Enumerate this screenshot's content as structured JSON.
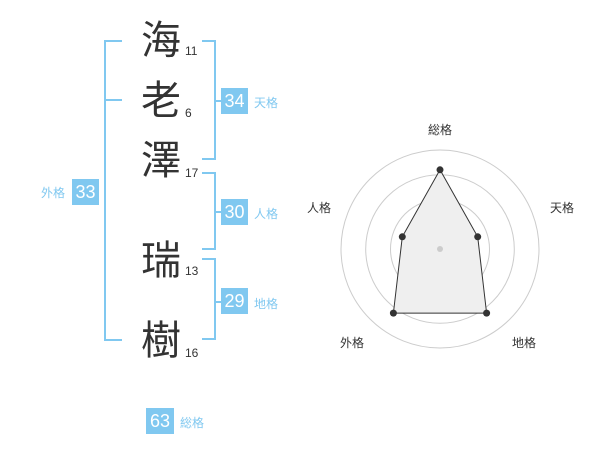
{
  "name": {
    "chars": [
      {
        "char": "海",
        "strokes": "11"
      },
      {
        "char": "老",
        "strokes": "6"
      },
      {
        "char": "澤",
        "strokes": "17"
      },
      {
        "char": "瑞",
        "strokes": "13"
      },
      {
        "char": "樹",
        "strokes": "16"
      }
    ]
  },
  "scores": {
    "tenkaku": {
      "value": "34",
      "label": "天格"
    },
    "jinkaku": {
      "value": "30",
      "label": "人格"
    },
    "chikaku": {
      "value": "29",
      "label": "地格"
    },
    "gaikaku": {
      "value": "33",
      "label": "外格"
    },
    "soukaku": {
      "value": "63",
      "label": "総格"
    }
  },
  "colors": {
    "accent": "#80c8f0",
    "text": "#333333",
    "radar_fill": "#efefef",
    "ring": "#cccccc"
  },
  "chart_data": {
    "type": "radar",
    "axes": [
      "総格",
      "天格",
      "地格",
      "外格",
      "人格"
    ],
    "values": [
      0.8,
      0.4,
      0.8,
      0.8,
      0.4
    ],
    "range": [
      0,
      1
    ],
    "rings": 4
  }
}
